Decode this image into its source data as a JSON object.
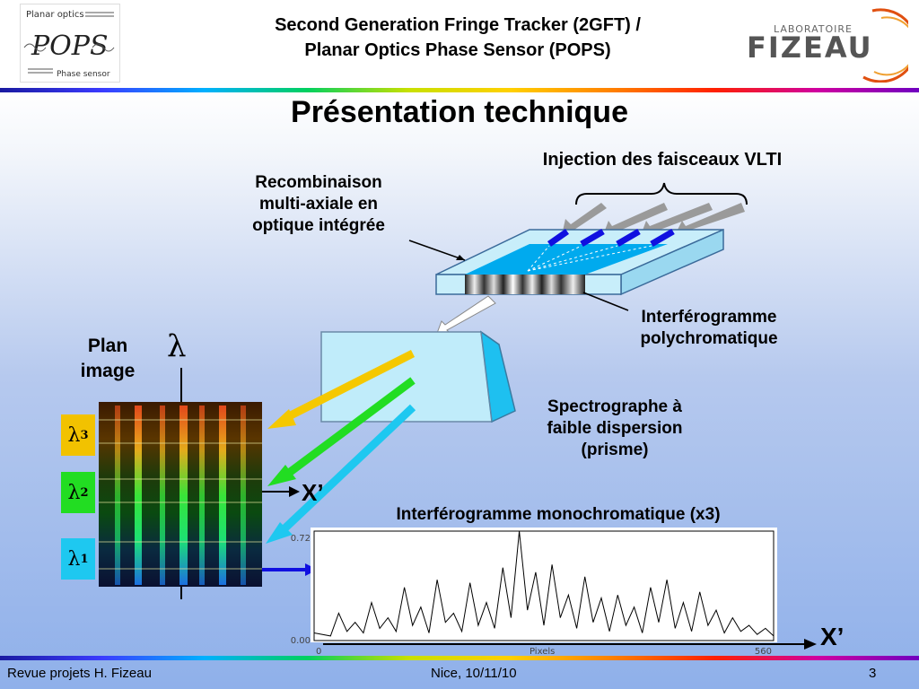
{
  "header": {
    "title_line1": "Second Generation Fringe Tracker (2GFT) /",
    "title_line2": "Planar Optics Phase Sensor (POPS)",
    "logo_left": {
      "top": "Planar optics",
      "main": "POPS",
      "bottom": "Phase sensor"
    },
    "logo_right": {
      "top": "LABORATOIRE",
      "main": "FIZEAU"
    }
  },
  "slide": {
    "heading": "Présentation technique"
  },
  "diagram": {
    "label_injection": "Injection des faisceaux VLTI",
    "label_recombinaison_1": "Recombinaison",
    "label_recombinaison_2": "multi-axiale en",
    "label_recombinaison_3": "optique intégrée",
    "label_interf_poly_1": "Interférogramme",
    "label_interf_poly_2": "polychromatique",
    "label_spectro_1": "Spectrographe à",
    "label_spectro_2": "faible dispersion",
    "label_spectro_3": "(prisme)",
    "label_plan_image_1": "Plan",
    "label_plan_image_2": "image",
    "label_lambda": "λ",
    "label_x_prime": "X’",
    "label_interf_mono": "Interférogramme monochromatique (x3)",
    "lambda_boxes": [
      {
        "symbol": "λ",
        "sub": "3",
        "color": "#f2c200"
      },
      {
        "symbol": "λ",
        "sub": "2",
        "color": "#22dd22"
      },
      {
        "symbol": "λ",
        "sub": "1",
        "color": "#1ec8f0"
      }
    ],
    "colors": {
      "yellow": "#f5c800",
      "green": "#22dd22",
      "cyan": "#1ec8f0",
      "blue": "#1010e0"
    }
  },
  "chart_data": {
    "type": "line",
    "title": "",
    "xlabel": "Pixels",
    "ylabel": "",
    "xlim": [
      0,
      560
    ],
    "ylim": [
      0.0,
      0.72
    ],
    "x_ticks": [
      "0",
      "560"
    ],
    "y_ticks": [
      "0.00",
      "0.72"
    ],
    "series": [
      {
        "x": [
          0,
          20,
          30,
          40,
          50,
          60,
          70,
          80,
          90,
          100,
          110,
          120,
          130,
          140,
          150,
          160,
          170,
          180,
          190,
          200,
          210,
          220,
          230,
          240,
          250,
          260,
          270,
          280,
          290,
          300,
          310,
          320,
          330,
          340,
          350,
          360,
          370,
          380,
          390,
          400,
          410,
          420,
          430,
          440,
          450,
          460,
          470,
          480,
          490,
          500,
          510,
          520,
          530,
          540,
          550,
          560
        ],
        "values": [
          0.05,
          0.03,
          0.18,
          0.06,
          0.12,
          0.05,
          0.25,
          0.08,
          0.15,
          0.06,
          0.35,
          0.1,
          0.22,
          0.05,
          0.4,
          0.12,
          0.18,
          0.06,
          0.38,
          0.1,
          0.25,
          0.08,
          0.48,
          0.15,
          0.72,
          0.2,
          0.45,
          0.1,
          0.5,
          0.15,
          0.3,
          0.08,
          0.42,
          0.12,
          0.28,
          0.06,
          0.3,
          0.1,
          0.22,
          0.05,
          0.35,
          0.12,
          0.4,
          0.08,
          0.25,
          0.06,
          0.32,
          0.1,
          0.2,
          0.05,
          0.15,
          0.06,
          0.1,
          0.04,
          0.08,
          0.03
        ]
      }
    ]
  },
  "footer": {
    "left": "Revue projets H. Fizeau",
    "center": "Nice, 10/11/10",
    "right": "3"
  }
}
